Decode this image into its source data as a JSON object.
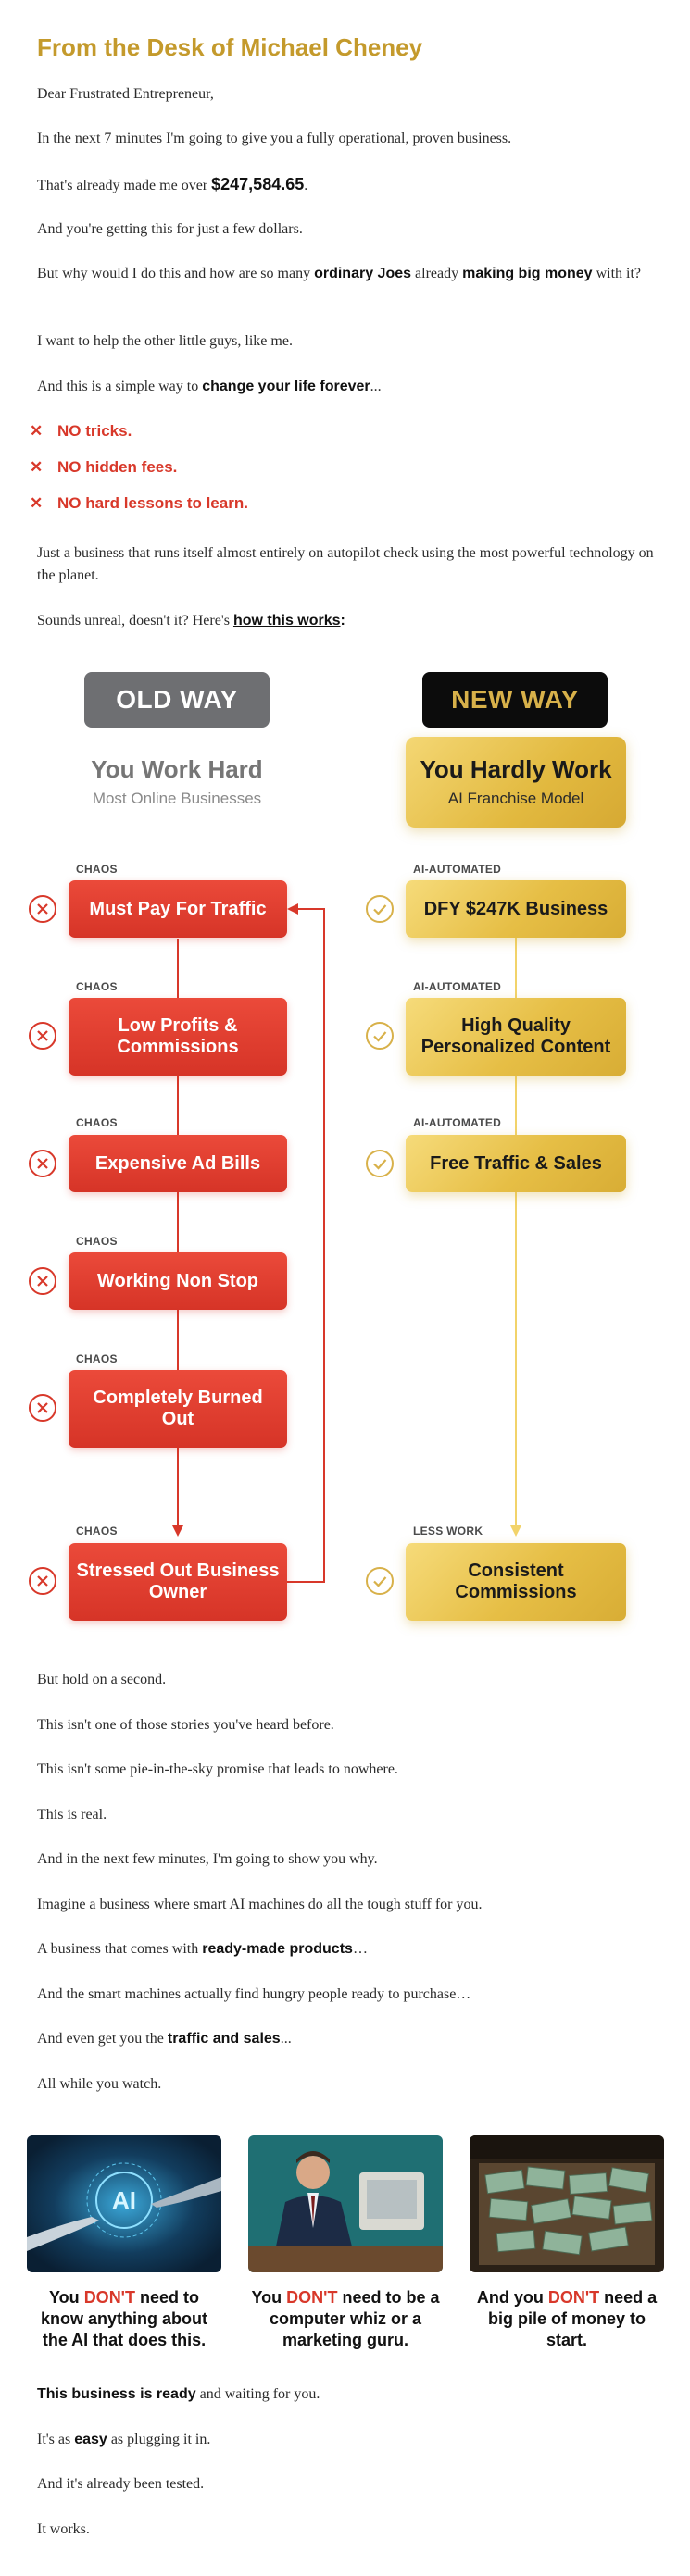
{
  "headline": "From the Desk of Michael Cheney",
  "intro": {
    "greeting": "Dear Frustrated Entrepreneur,",
    "p1": "In the next 7 minutes I'm going to give you a fully operational, proven business.",
    "p2_pre": "That's already made me over ",
    "p2_amount": "$247,584.65",
    "p2_post": ".",
    "p3": "And you're getting this for just a few dollars.",
    "p4_pre": "But why would I do this and how are so many ",
    "p4_b1": "ordinary Joes",
    "p4_mid": " already ",
    "p4_b2": "making big money",
    "p4_post": " with it?",
    "p5": "I want to help the other little guys, like me.",
    "p6_pre": "And this is a simple way to ",
    "p6_b": "change your life forever",
    "p6_post": "..."
  },
  "x_items": [
    "NO tricks.",
    "NO hidden fees.",
    "NO hard lessons to learn."
  ],
  "after_x": {
    "p1": "Just a business that runs itself almost entirely on autopilot check using the most powerful technology on the planet.",
    "p2_pre": "Sounds unreal, doesn't it? Here's ",
    "p2_link": "how this works",
    "p2_post": ":"
  },
  "comparison": {
    "old_label": "OLD WAY",
    "new_label": "NEW WAY",
    "old_title": "You Work Hard",
    "old_subtitle": "Most Online Businesses",
    "new_title": "You Hardly Work",
    "new_subtitle": "AI Franchise Model",
    "old_steps": [
      {
        "tag": "CHAOS",
        "text": "Must Pay For Traffic"
      },
      {
        "tag": "CHAOS",
        "text": "Low Profits & Commissions"
      },
      {
        "tag": "CHAOS",
        "text": "Expensive Ad Bills"
      },
      {
        "tag": "CHAOS",
        "text": "Working Non Stop"
      },
      {
        "tag": "CHAOS",
        "text": "Completely Burned Out"
      },
      {
        "tag": "CHAOS",
        "text": "Stressed Out Business Owner"
      }
    ],
    "new_steps": [
      {
        "tag": "AI-AUTOMATED",
        "text": "DFY $247K Business"
      },
      {
        "tag": "AI-AUTOMATED",
        "text": "High Quality Personalized Content"
      },
      {
        "tag": "AI-AUTOMATED",
        "text": "Free Traffic & Sales"
      },
      {
        "tag": "LESS WORK",
        "text": "Consistent Commissions"
      }
    ],
    "colors": {
      "red": "#d8382a",
      "gold": "#e2b93f",
      "grey": "#6e6f72",
      "black": "#0c0c0c"
    }
  },
  "body": {
    "p1": "But hold on a second.",
    "p2": "This isn't one of those stories you've heard before.",
    "p3": "This isn't some pie-in-the-sky promise that leads to nowhere.",
    "p4": "This is real.",
    "p5": "And in the next few minutes, I'm going to show you why.",
    "p6": "Imagine a business where smart AI machines do all the tough stuff for you.",
    "p7_pre": "A business that comes with ",
    "p7_b": "ready-made products",
    "p7_post": "…",
    "p8": "And the smart machines actually find hungry people ready to purchase…",
    "p9_pre": "And even get you the ",
    "p9_b": "traffic and sales",
    "p9_post": "...",
    "p10": "All while you watch."
  },
  "cards": [
    {
      "icon": "ai-hands-image",
      "pre": "You ",
      "dont": "DON'T",
      "post": " need to know anything about the AI that does this."
    },
    {
      "icon": "frustrated-man-computer-image",
      "pre": "You ",
      "dont": "DON'T",
      "post": " need to be a computer whiz or a marketing guru."
    },
    {
      "icon": "money-pile-image",
      "pre": "And you ",
      "dont": "DON'T",
      "post": " need a big pile of money to start."
    }
  ],
  "closing": {
    "p1_b": "This business is ready",
    "p1_post": " and waiting for you.",
    "p2_pre": "It's as ",
    "p2_b": "easy",
    "p2_post": " as plugging it in.",
    "p3": "And it's already been tested.",
    "p4": "It works."
  }
}
